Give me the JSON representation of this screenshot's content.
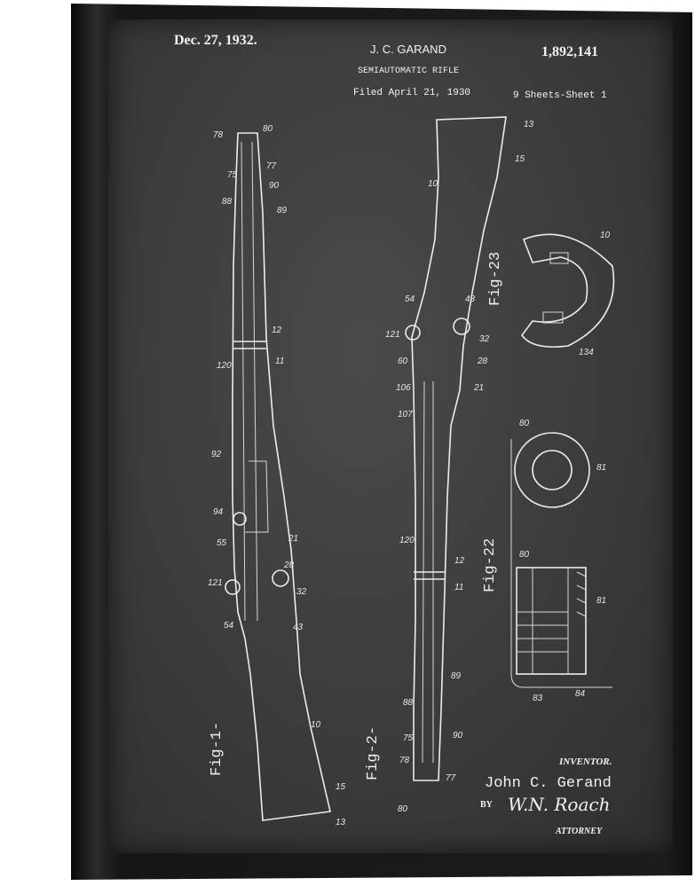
{
  "header": {
    "date": "Dec. 27, 1932.",
    "inventor_name": "J. C. GARAND",
    "patent_number": "1,892,141",
    "title": "SEMIAUTOMATIC RIFLE",
    "filed": "Filed April 21, 1930",
    "sheets": "9 Sheets-Sheet 1"
  },
  "figures": {
    "fig1": "Fig-1-",
    "fig2": "Fig-2-",
    "fig22": "Fig-22",
    "fig23": "Fig-23"
  },
  "ref_numbers": {
    "fig1": [
      "78",
      "80",
      "75",
      "77",
      "88",
      "90",
      "89",
      "12",
      "11",
      "120",
      "92",
      "94",
      "21",
      "55",
      "28",
      "121",
      "32",
      "54",
      "43",
      "10",
      "15",
      "13"
    ],
    "fig2": [
      "13",
      "15",
      "10",
      "54",
      "43",
      "121",
      "32",
      "60",
      "28",
      "106",
      "21",
      "107",
      "120",
      "12",
      "11",
      "88",
      "89",
      "75",
      "90",
      "78",
      "77",
      "80"
    ],
    "fig23": [
      "10",
      "134"
    ],
    "fig22": [
      "80",
      "81",
      "80",
      "81",
      "83",
      "84"
    ]
  },
  "signature": {
    "inventor_label": "INVENTOR.",
    "inventor": "John C. Gerand",
    "by": "BY",
    "attorney_signature": "W.N. Roach",
    "attorney_label": "ATTORNEY"
  }
}
